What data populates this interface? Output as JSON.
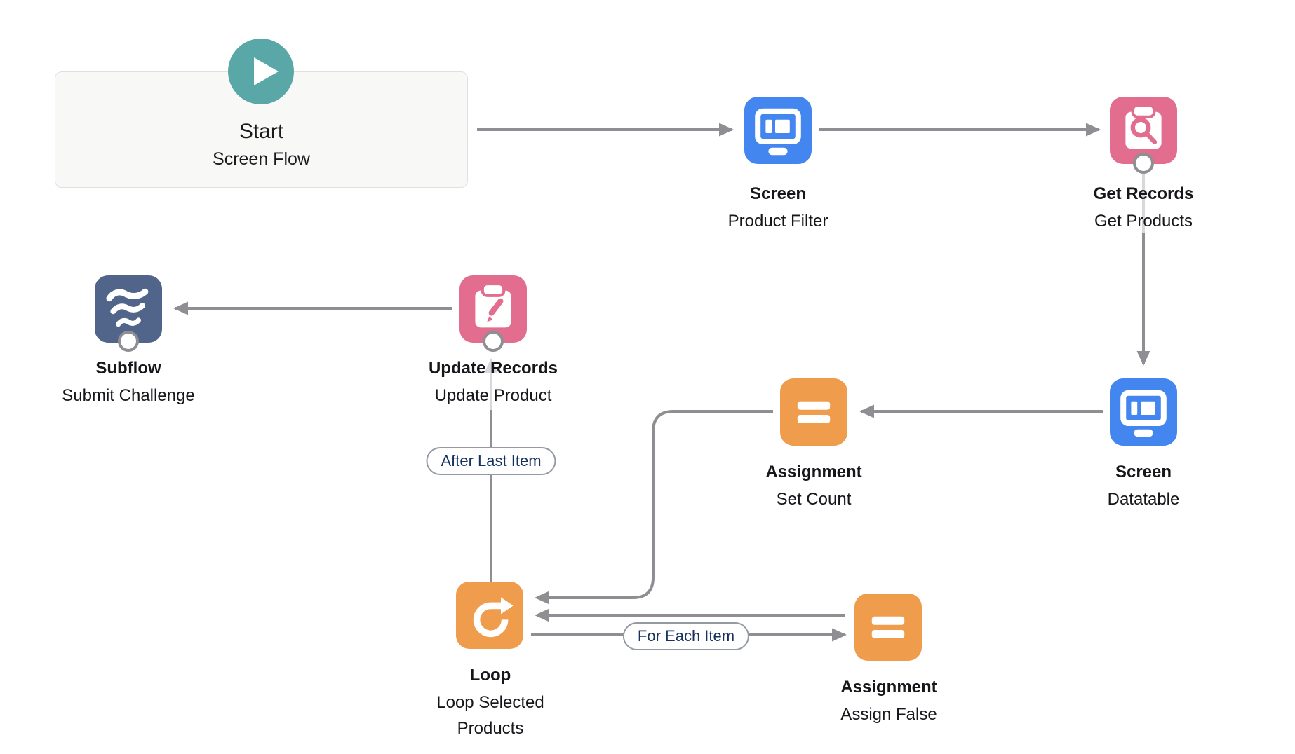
{
  "app": "Flow Builder Canvas",
  "colors": {
    "screen-blue": "#4486F0",
    "record-pink": "#E26D8F",
    "action-orange": "#F09C4D",
    "subflow-navy": "#506589",
    "start-teal": "#59A7A7",
    "connector-gray": "#8E8E93",
    "connector-light": "#D8D8DB",
    "pill-border": "#939AA4",
    "pill-text": "#16325C"
  },
  "start_node": {
    "title": "Start",
    "subtitle": "Screen Flow",
    "icon": "play-icon"
  },
  "nodes": [
    {
      "type_label": "Screen",
      "name_label": "Product Filter",
      "icon": "screen-icon"
    },
    {
      "type_label": "Get Records",
      "name_label": "Get Products",
      "icon": "clipboard-search-icon"
    },
    {
      "type_label": "Screen",
      "name_label": "Datatable",
      "icon": "screen-icon"
    },
    {
      "type_label": "Assignment",
      "name_label": "Set Count",
      "icon": "equals-icon"
    },
    {
      "type_label": "Loop",
      "name_label": "Loop Selected Products",
      "icon": "loop-arrow-icon"
    },
    {
      "type_label": "Assignment",
      "name_label": "Assign False",
      "icon": "equals-icon"
    },
    {
      "type_label": "Update Records",
      "name_label": "Update Product",
      "icon": "clipboard-pencil-icon"
    },
    {
      "type_label": "Subflow",
      "name_label": "Submit Challenge",
      "icon": "waves-icon"
    }
  ],
  "connector_labels": {
    "after_last_item": "After Last Item",
    "for_each_item": "For Each Item"
  }
}
